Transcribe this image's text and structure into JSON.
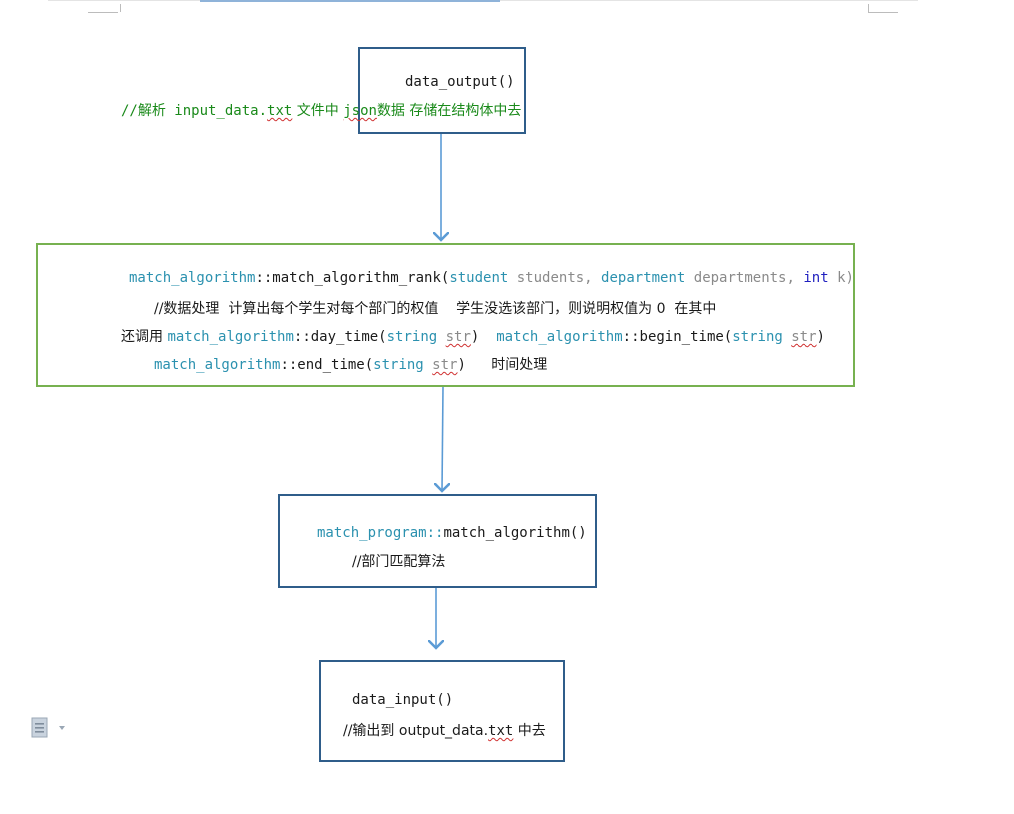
{
  "boxes": {
    "output": {
      "title": "data_output()",
      "comment_prefix": "//解析 input_data.",
      "comment_txt": "txt",
      "comment_mid": " 文件中 ",
      "comment_json": "json",
      "comment_suffix": "数据 存储在结构体中去"
    },
    "rank": {
      "l1_class": "match_algorithm",
      "l1_sep": "::",
      "l1_func": "match_algorithm_rank(",
      "l1_t1": "student",
      "l1_p1": " students, ",
      "l1_t2": "department",
      "l1_p2": " departments, ",
      "l1_t3": "int",
      "l1_p3": " k)",
      "l2": "//数据处理  计算出每个学生对每个部门的权值    学生没选该部门，则说明权值为 0  在其中",
      "l3_prefix": "还调用 ",
      "l3_c1": "match_algorithm",
      "l3_f1": "::day_time(",
      "l3_t1": "string",
      "l3_s1": "str",
      "l3_e1": ")  ",
      "l3_c2": "match_algorithm",
      "l3_f2": "::begin_time(",
      "l3_t2": "string",
      "l3_s2": "str",
      "l3_e2": ")",
      "l4_c": "match_algorithm",
      "l4_f": "::end_time(",
      "l4_t": "string",
      "l4_s": "str",
      "l4_e": ")",
      "l4_note": "时间处理"
    },
    "program": {
      "l1_class": "match_program::",
      "l1_func": "match_algorithm()",
      "l2": "//部门匹配算法"
    },
    "input": {
      "title": "data_input()",
      "comment_prefix": "//输出到 output_data.",
      "comment_txt": "txt",
      "comment_suffix": " 中去"
    }
  },
  "colors": {
    "box_border_blue": "#2f5d8a",
    "box_border_green": "#77b150",
    "arrow": "#5b9bd5",
    "code_teal": "#2b91af",
    "comment_green": "#1a8a1a",
    "keyword_blue": "#1f1fbf"
  },
  "icons": {
    "paste_options": "clipboard-icon"
  }
}
